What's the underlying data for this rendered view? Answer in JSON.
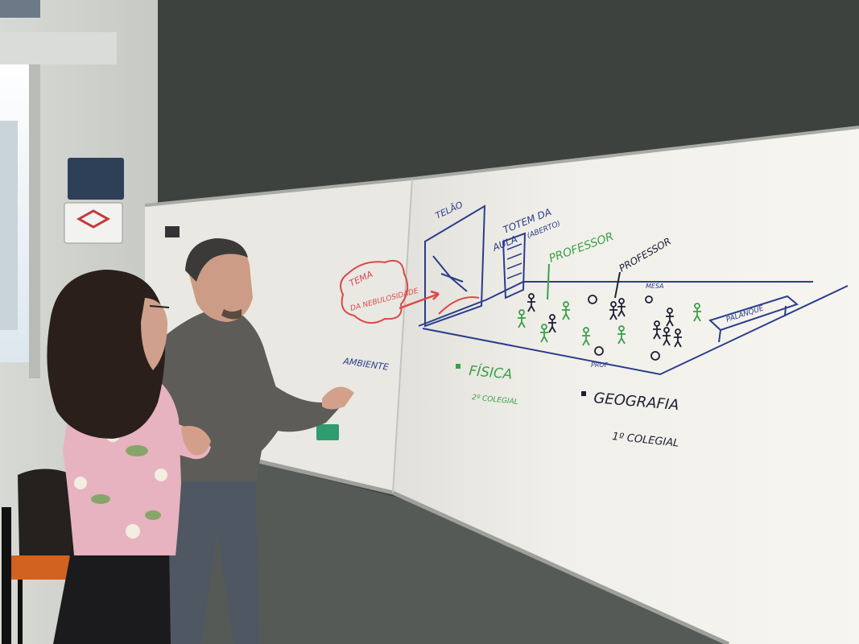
{
  "whiteboard": {
    "text_telao": "TELÃO",
    "text_totem": "TOTEM DA",
    "text_aula": "AULA",
    "text_aberto": "(ABERTO)",
    "text_professor_green": "PROFESSOR",
    "text_professor_dark": "PROFESSOR",
    "text_tema_1": "TEMA",
    "text_tema_2": "DA NEBULOSIDADE",
    "text_mesa_small": "MESA",
    "text_prof_small": "PROF",
    "text_palanque": "PALANQUE",
    "text_ambiente": "AMBIENTE",
    "text_fisica": "FÍSICA",
    "text_fisica_sub": "2º COLEGIAL",
    "text_geografia": "GEOGRAFIA",
    "text_geografia_sub": "1º COLEGIAL"
  },
  "colors": {
    "wall_dark": "#3f4540",
    "board": "#f3f1ea",
    "ink_blue": "#2a3e8c",
    "ink_red": "#d94a4a",
    "ink_green": "#3aa14a"
  }
}
